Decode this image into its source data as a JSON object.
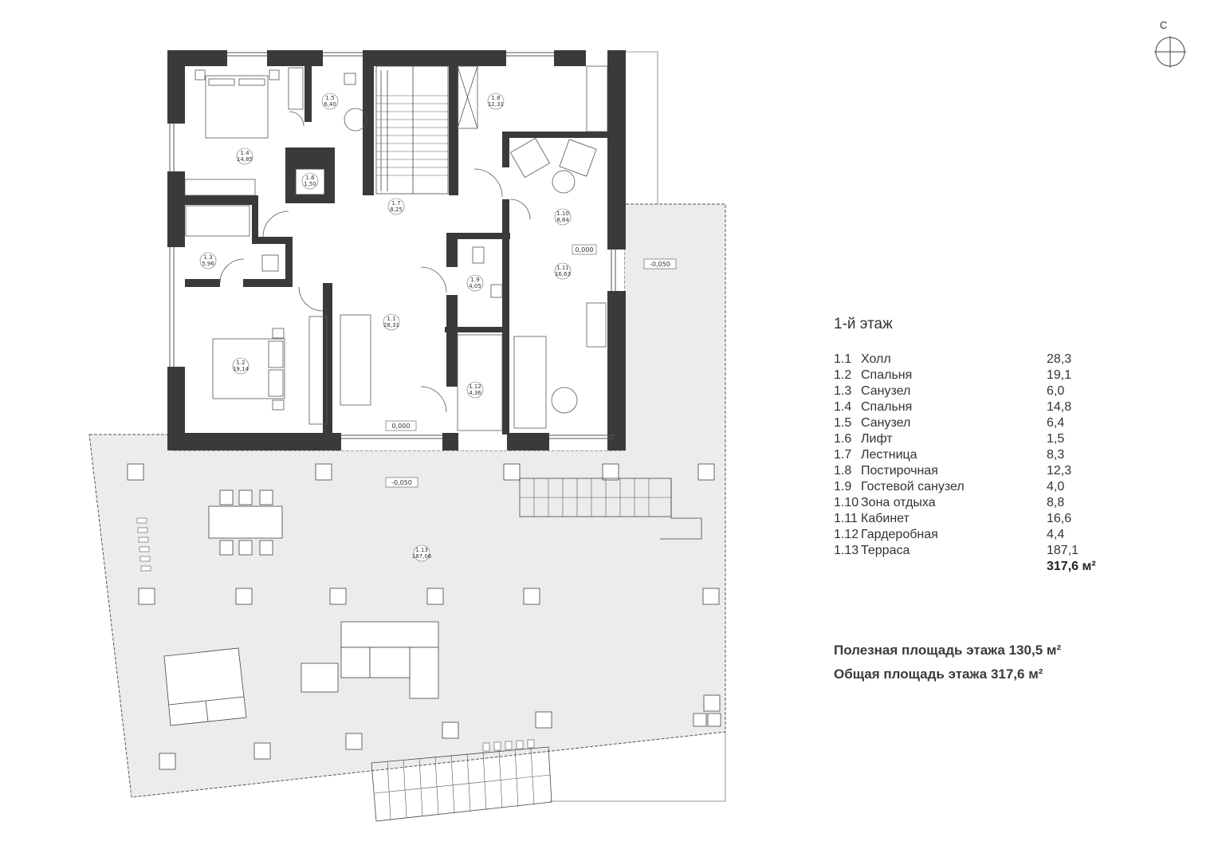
{
  "compass": {
    "north_label": "С"
  },
  "rooms": [
    {
      "num": "1.4",
      "area": "14,85"
    },
    {
      "num": "1.5",
      "area": "6,40"
    },
    {
      "num": "1.8",
      "area": "12,31"
    },
    {
      "num": "1.6",
      "area": "1,50"
    },
    {
      "num": "1.7",
      "area": "8,25"
    },
    {
      "num": "1.10",
      "area": "8,84"
    },
    {
      "num": "1.3",
      "area": "5,96"
    },
    {
      "num": "1.11",
      "area": "16,63"
    },
    {
      "num": "1.9",
      "area": "4,05"
    },
    {
      "num": "1.1",
      "area": "28,31"
    },
    {
      "num": "1.2",
      "area": "19,14"
    },
    {
      "num": "1.12",
      "area": "4,36"
    },
    {
      "num": "1.13",
      "area": "187,06"
    }
  ],
  "levels": [
    "0,000",
    "-0,050",
    "0,000",
    "-0,050"
  ],
  "legend": {
    "title": "1-й этаж",
    "items": [
      {
        "num": "1.1",
        "name": "Холл",
        "area": "28,3"
      },
      {
        "num": "1.2",
        "name": "Спальня",
        "area": "19,1"
      },
      {
        "num": "1.3",
        "name": "Санузел",
        "area": "6,0"
      },
      {
        "num": "1.4",
        "name": "Спальня",
        "area": "14,8"
      },
      {
        "num": "1.5",
        "name": "Санузел",
        "area": "6,4"
      },
      {
        "num": "1.6",
        "name": "Лифт",
        "area": "1,5"
      },
      {
        "num": "1.7",
        "name": "Лестница",
        "area": "8,3"
      },
      {
        "num": "1.8",
        "name": "Постирочная",
        "area": "12,3"
      },
      {
        "num": "1.9",
        "name": "Гостевой санузел",
        "area": "4,0"
      },
      {
        "num": "1.10",
        "name": "Зона отдыха",
        "area": "8,8"
      },
      {
        "num": "1.11",
        "name": "Кабинет",
        "area": "16,6"
      },
      {
        "num": "1.12",
        "name": "Гардеробная",
        "area": "4,4"
      },
      {
        "num": "1.13",
        "name": "Терраса",
        "area": "187,1"
      }
    ],
    "total": "317,6 м²"
  },
  "summary": {
    "useful": "Полезная площадь этажа 130,5 м²",
    "total": "Общая площадь этажа 317,6 м²"
  }
}
